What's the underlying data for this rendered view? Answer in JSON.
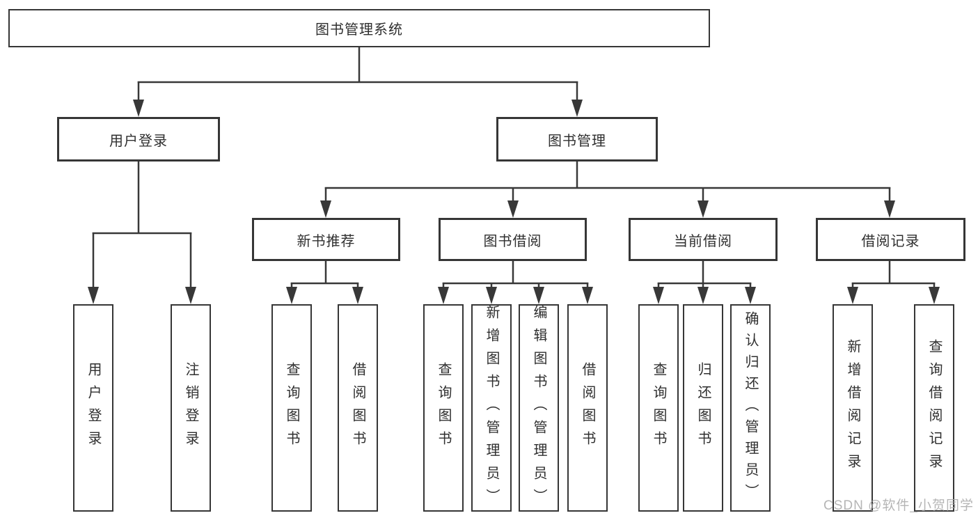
{
  "colors": {
    "line": "#383838",
    "box_border": "#363636",
    "text": "#2f2f2f",
    "watermark": "#a9a9a9",
    "background": "#ffffff"
  },
  "tree": {
    "root": "图书管理系统",
    "branches": [
      {
        "label": "用户登录",
        "children": [
          "用户登录",
          "注销登录"
        ]
      },
      {
        "label": "图书管理",
        "groups": [
          {
            "label": "新书推荐",
            "children": [
              "查询图书",
              "借阅图书"
            ]
          },
          {
            "label": "图书借阅",
            "children": [
              "查询图书",
              "新增图书（管理员）",
              "编辑图书（管理员）",
              "借阅图书"
            ]
          },
          {
            "label": "当前借阅",
            "children": [
              "查询图书",
              "归还图书",
              "确认归还（管理员）"
            ]
          },
          {
            "label": "借阅记录",
            "children": [
              "新增借阅记录",
              "查询借阅记录"
            ]
          }
        ]
      }
    ]
  },
  "watermark": {
    "text": "CSDN @软件_小贺同学"
  }
}
